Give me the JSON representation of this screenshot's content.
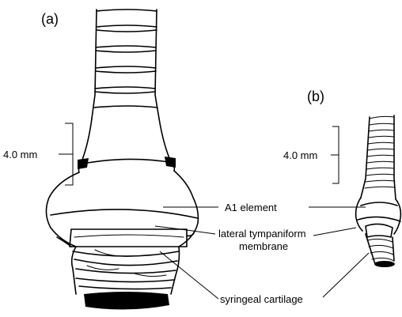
{
  "panels": {
    "a": "(a)",
    "b": "(b)"
  },
  "scale_bars": {
    "a": "4.0 mm",
    "b": "4.0 mm"
  },
  "labels": {
    "a1_element": "A1 element",
    "lateral_tympaniform_line1": "lateral tympaniform",
    "lateral_tympaniform_line2": "membrane",
    "syringeal_cartilage": "syringeal cartilage"
  }
}
